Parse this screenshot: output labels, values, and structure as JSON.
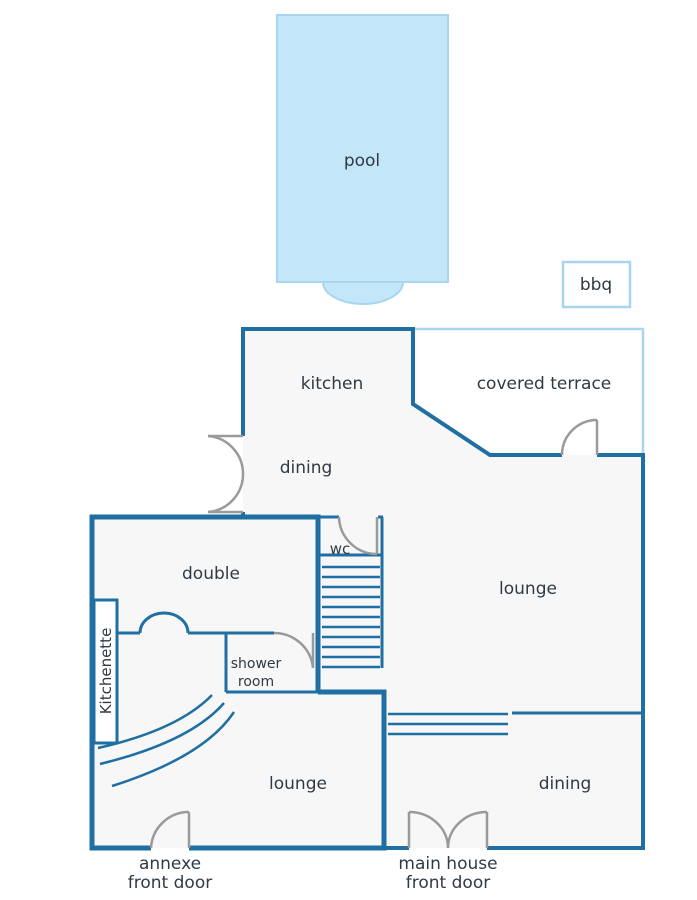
{
  "colors": {
    "wall": "#1f6fa3",
    "light_wall": "#a9d6ee",
    "pool_fill": "#c3e6f8",
    "pool_stroke": "#a9d6ee",
    "floor": "#f7f7f7",
    "door": "#9a9a9a",
    "text": "#2f3a44"
  },
  "labels": {
    "pool": "pool",
    "bbq": "bbq",
    "kitchen": "kitchen",
    "covered_terrace": "covered terrace",
    "dining_upper": "dining",
    "wc": "wc",
    "double": "double",
    "kitchenette": "Kitchenette",
    "lounge_main": "lounge",
    "shower_line1": "shower",
    "shower_line2": "room",
    "lounge_annexe": "lounge",
    "dining_lower": "dining",
    "annexe_door_line1": "annexe",
    "annexe_door_line2": "front door",
    "main_door_line1": "main house",
    "main_door_line2": "front door"
  }
}
